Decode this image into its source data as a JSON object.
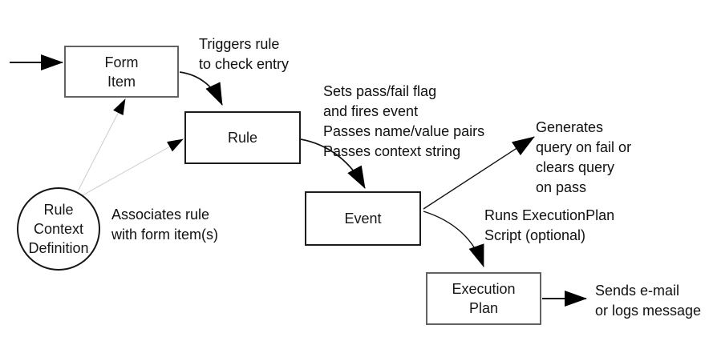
{
  "diagram": {
    "nodes": {
      "form_item": {
        "label": "Form\nItem"
      },
      "rule": {
        "label": "Rule"
      },
      "event": {
        "label": "Event"
      },
      "execution_plan": {
        "label": "Execution\nPlan"
      },
      "rule_context_definition": {
        "label": "Rule\nContext\nDefinition"
      }
    },
    "annotations": {
      "triggers": "Triggers rule\nto check entry",
      "sets": "Sets pass/fail flag\nand fires event\nPasses name/value pairs\nPasses context string",
      "generates": "Generates\nquery on fail or\nclears query\non pass",
      "runs": "Runs ExecutionPlan\nScript (optional)",
      "sends": "Sends e-mail\nor logs message",
      "associates": "Associates rule\nwith form item(s)"
    },
    "colors": {
      "background": "#ffffff",
      "text": "#101010",
      "arrow": "#000000",
      "box_border_gray": "#636363",
      "box_border_dark": "#1c1c1c",
      "thin_connector": "#cccccc"
    }
  }
}
